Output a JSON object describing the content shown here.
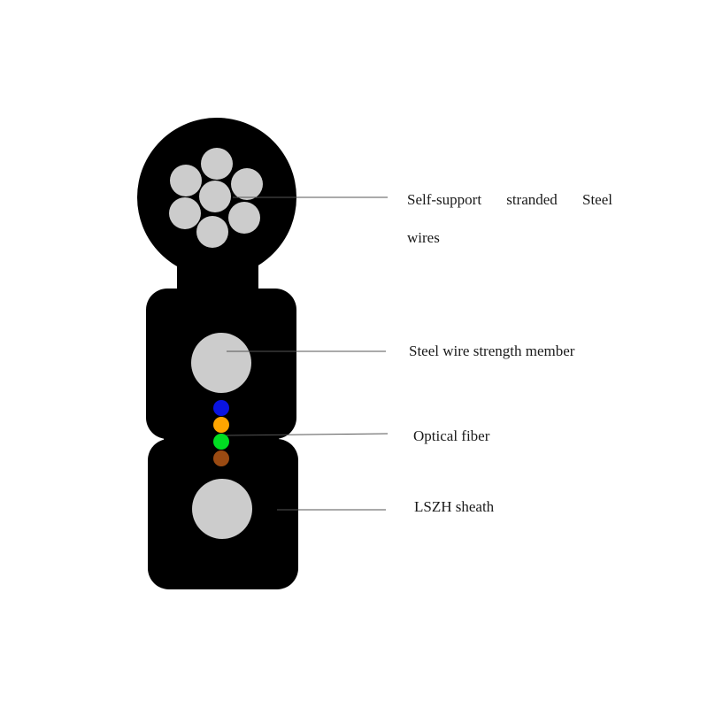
{
  "labels": {
    "steel_wires_words": [
      "Self-support",
      "stranded",
      "Steel"
    ],
    "steel_wires_line2": "wires",
    "strength_member": "Steel wire strength member",
    "optical_fiber": "Optical fiber",
    "sheath": "LSZH sheath"
  },
  "colors": {
    "sheath": "#000000",
    "steel": "#cccccc",
    "leader_line": "#555555",
    "fiber_colors": [
      "#0a14e0",
      "#ffa500",
      "#00dd22",
      "#9a4a12"
    ]
  }
}
